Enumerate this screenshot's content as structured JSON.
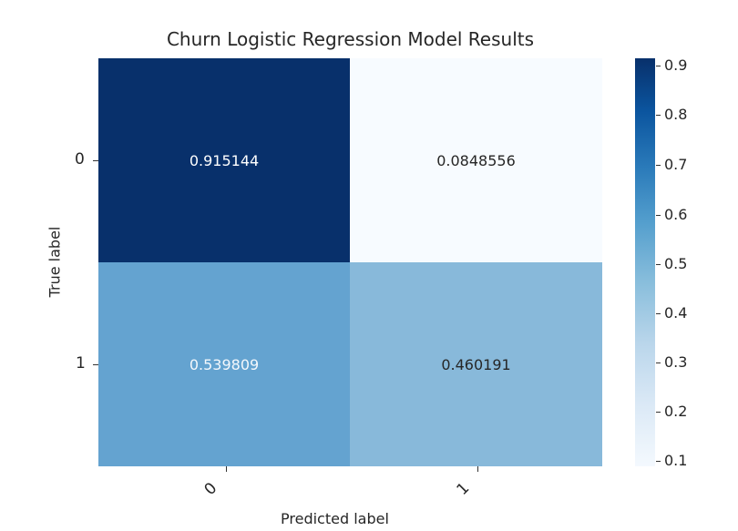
{
  "chart_data": {
    "type": "heatmap",
    "title": "Churn Logistic Regression Model Results",
    "xlabel": "Predicted label",
    "ylabel": "True label",
    "x_categories": [
      "0",
      "1"
    ],
    "y_categories": [
      "0",
      "1"
    ],
    "values": [
      [
        0.915144,
        0.0848556
      ],
      [
        0.539809,
        0.460191
      ]
    ],
    "annotations": [
      [
        "0.915144",
        "0.0848556"
      ],
      [
        "0.539809",
        "0.460191"
      ]
    ],
    "colormap": "Blues",
    "colorbar": {
      "ticks": [
        "0.9",
        "0.8",
        "0.7",
        "0.6",
        "0.5",
        "0.4",
        "0.3",
        "0.2",
        "0.1"
      ],
      "range": [
        0.0848556,
        0.915144
      ]
    },
    "cell_colors": [
      [
        "#08306b",
        "#f7fbff"
      ],
      [
        "#64a3d0",
        "#87b9da"
      ]
    ],
    "text_colors": [
      [
        "#ffffff",
        "#262626"
      ],
      [
        "#ffffff",
        "#262626"
      ]
    ]
  }
}
